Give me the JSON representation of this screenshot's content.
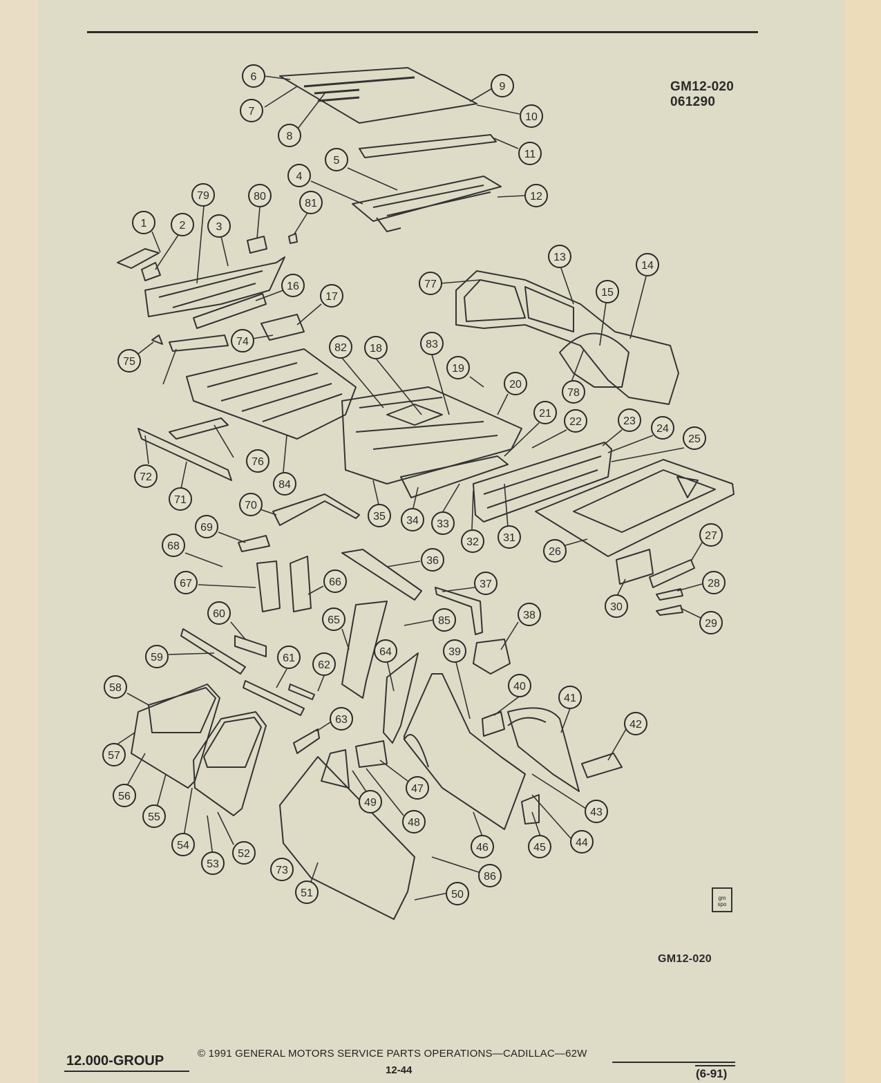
{
  "header": {
    "figure_code": "GM12-020",
    "figure_date": "061290"
  },
  "figure": {
    "bottom_code": "GM12-020",
    "logo_text": "gm spo",
    "callouts": [
      "1",
      "2",
      "3",
      "4",
      "5",
      "6",
      "7",
      "8",
      "9",
      "10",
      "11",
      "12",
      "13",
      "14",
      "15",
      "16",
      "17",
      "18",
      "19",
      "20",
      "21",
      "22",
      "23",
      "24",
      "25",
      "26",
      "27",
      "28",
      "29",
      "30",
      "31",
      "32",
      "33",
      "34",
      "35",
      "36",
      "37",
      "38",
      "39",
      "40",
      "41",
      "42",
      "43",
      "44",
      "45",
      "46",
      "47",
      "48",
      "49",
      "50",
      "51",
      "52",
      "53",
      "54",
      "55",
      "56",
      "57",
      "58",
      "59",
      "60",
      "61",
      "62",
      "63",
      "64",
      "65",
      "66",
      "67",
      "68",
      "69",
      "70",
      "71",
      "72",
      "73",
      "74",
      "75",
      "76",
      "77",
      "78",
      "79",
      "80",
      "81",
      "82",
      "83",
      "84",
      "85",
      "86"
    ]
  },
  "footer": {
    "group": "12.000-GROUP",
    "copyright": "©  1991  GENERAL MOTORS SERVICE PARTS OPERATIONS—CADILLAC—62W",
    "page_number": "12-44",
    "revision": "(6-91)"
  }
}
